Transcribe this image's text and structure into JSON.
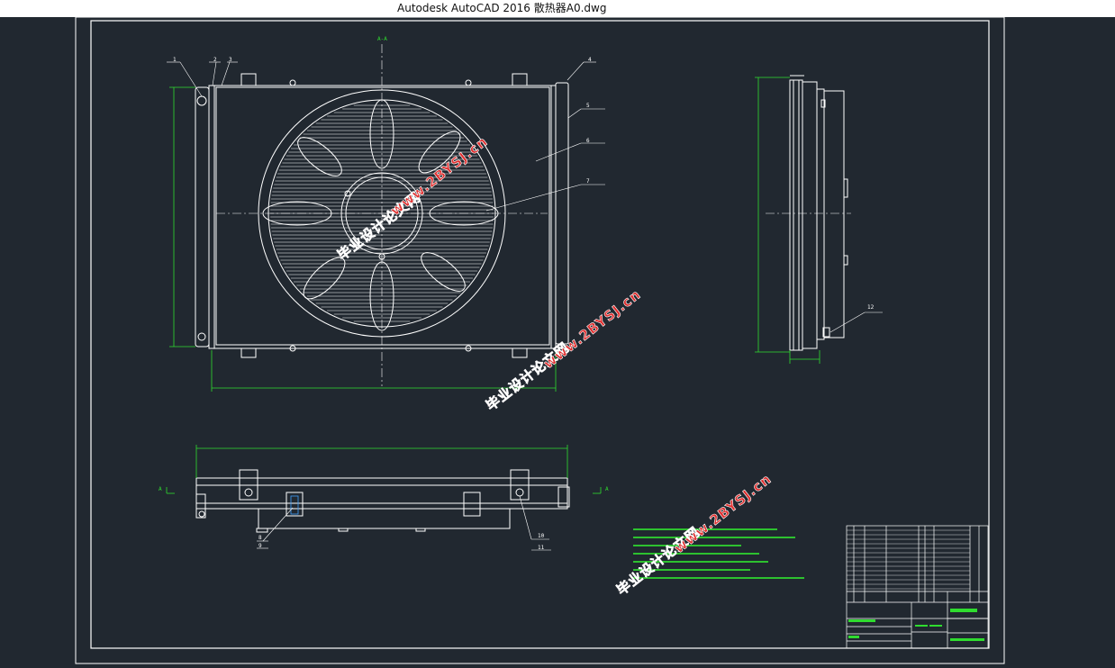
{
  "window": {
    "title": "Autodesk AutoCAD 2016    散热器A0.dwg"
  },
  "watermarks": [
    {
      "text": "毕业设计论文网",
      "id": "wm1"
    },
    {
      "text": "www.2BYSJ.cn",
      "id": "wm2"
    },
    {
      "text": "毕业设计论文网",
      "id": "wm3"
    },
    {
      "text": "www.2BYSJ.cn",
      "id": "wm4"
    },
    {
      "text": "毕业设计论文网",
      "id": "wm5"
    },
    {
      "text": "www.2BYSJ.cn",
      "id": "wm6"
    }
  ],
  "balloons": [
    "1",
    "2",
    "3",
    "4",
    "5",
    "6",
    "7",
    "8",
    "9",
    "10",
    "11",
    "12"
  ],
  "section_marks": {
    "top": "A-A",
    "left": "A",
    "right": "A"
  },
  "colors": {
    "background": "#212830",
    "lines": "#ffffff",
    "dimensions": "#2fdc2f",
    "watermark": "#e03030"
  }
}
